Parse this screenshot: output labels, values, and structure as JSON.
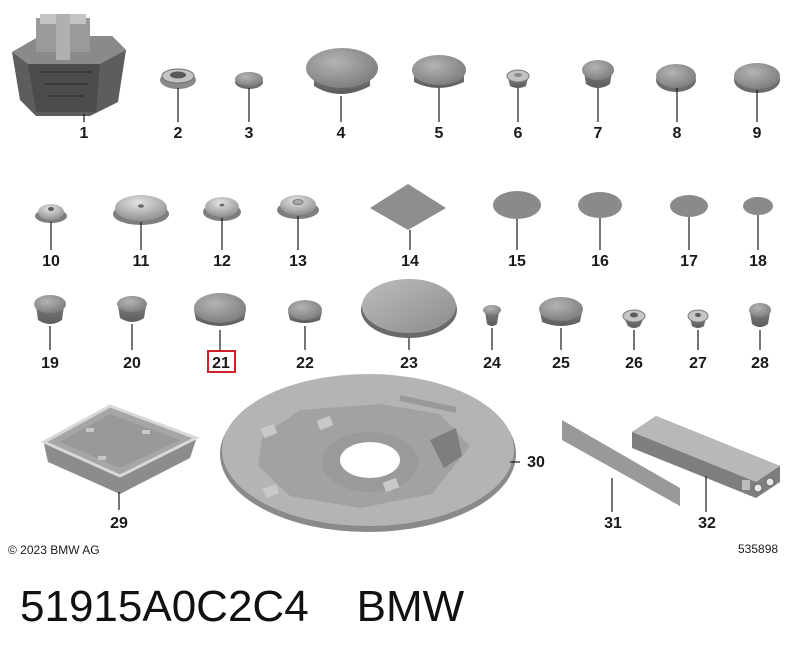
{
  "diagram": {
    "callouts": [
      "1",
      "2",
      "3",
      "4",
      "5",
      "6",
      "7",
      "8",
      "9",
      "10",
      "11",
      "12",
      "13",
      "14",
      "15",
      "16",
      "17",
      "18",
      "19",
      "20",
      "21",
      "22",
      "23",
      "24",
      "25",
      "26",
      "27",
      "28",
      "29",
      "30",
      "31",
      "32"
    ],
    "highlighted_callout": "21",
    "copyright": "© 2023 BMW AG",
    "diagram_id": "535898"
  },
  "footer": {
    "part_number": "51915A0C2C4",
    "brand": "BMW"
  },
  "colors": {
    "part_gray": "#8e8e8e",
    "part_dark": "#6a6a6a",
    "highlight": "#d0202a"
  }
}
